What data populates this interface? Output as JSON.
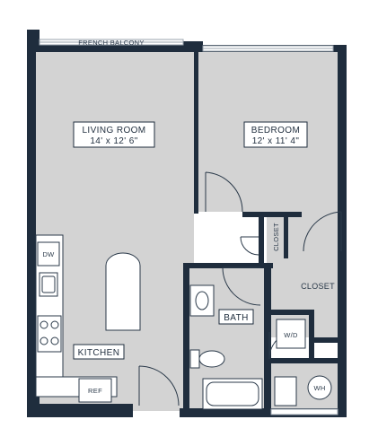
{
  "colors": {
    "wall": "#1f2d3d",
    "floor": "#d3d3d3",
    "background": "#ffffff",
    "fixture_stroke": "#2b3a4a",
    "window": "#9aa3ad"
  },
  "labels": {
    "french_balcony": "FRENCH BALCONY",
    "living_room_name": "LIVING ROOM",
    "living_room_dims": "14' x 12' 6\"",
    "bedroom_name": "BEDROOM",
    "bedroom_dims": "12' x 11' 4\"",
    "closet_small": "CLOSET",
    "closet_bedroom": "CLOSET",
    "bath": "BATH",
    "kitchen": "KITCHEN",
    "dishwasher": "DW",
    "washer_dryer": "W/D",
    "refrigerator": "REF",
    "water_heater": "WH"
  }
}
